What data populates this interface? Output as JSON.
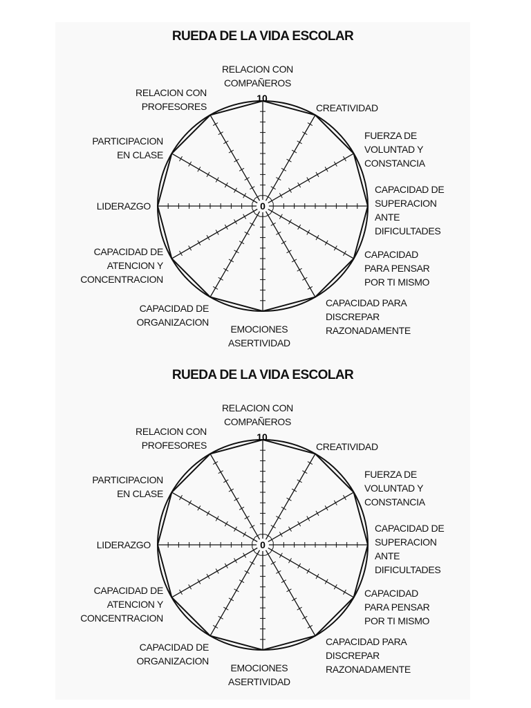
{
  "title": "RUEDA DE LA VIDA ESCOLAR",
  "scale": {
    "min": "0",
    "max": "10"
  },
  "categories": [
    {
      "label": "RELACION CON\nCOMPAÑEROS"
    },
    {
      "label": "CREATIVIDAD"
    },
    {
      "label": "FUERZA DE\nVOLUNTAD Y\nCONSTANCIA"
    },
    {
      "label": "CAPACIDAD DE\nSUPERACION\nANTE\nDIFICULTADES"
    },
    {
      "label": "CAPACIDAD\nPARA PENSAR\nPOR TI MISMO"
    },
    {
      "label": "CAPACIDAD PARA\nDISCREPAR\nRAZONADAMENTE"
    },
    {
      "label": "EMOCIONES\nASERTIVIDAD"
    },
    {
      "label": "CAPACIDAD DE\nORGANIZACION"
    },
    {
      "label": "CAPACIDAD DE\nATENCION Y\nCONCENTRACION"
    },
    {
      "label": "LIDERAZGO"
    },
    {
      "label": "PARTICIPACION\nEN CLASE"
    },
    {
      "label": "RELACION CON\nPROFESORES"
    }
  ]
}
